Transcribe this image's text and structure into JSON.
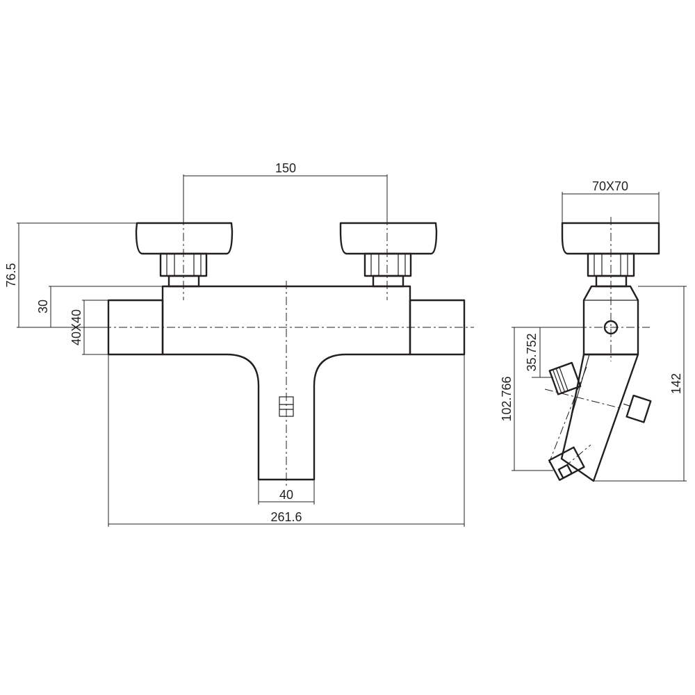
{
  "dimensions": {
    "handle_spacing": "150",
    "top_height": "76.5",
    "body_offset": "30",
    "inlet_section": "40X40",
    "spout_width": "40",
    "overall_width": "261.6",
    "handle_size": "70X70",
    "side_offset": "35.752",
    "spout_depth": "102.766",
    "overall_depth": "142"
  }
}
